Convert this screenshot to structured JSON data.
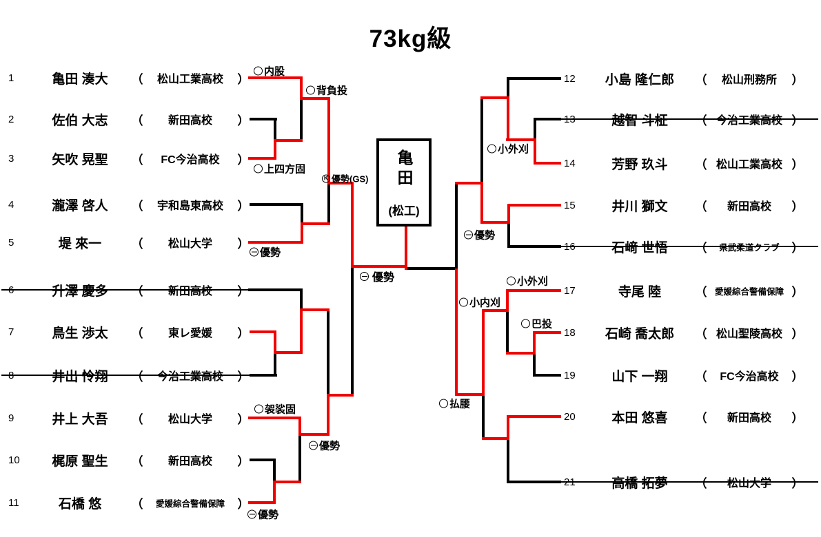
{
  "title": "73kg級",
  "champion": {
    "name": "亀田",
    "team": "(松工)"
  },
  "paren_open": "（",
  "paren_close": "）",
  "entries": [
    {
      "no": "1",
      "name": "亀田 湊大",
      "school": "松山工業高校",
      "struck": false
    },
    {
      "no": "2",
      "name": "佐伯 大志",
      "school": "新田高校",
      "struck": false
    },
    {
      "no": "3",
      "name": "矢吹 晃聖",
      "school": "FC今治高校",
      "struck": false
    },
    {
      "no": "4",
      "name": "瀧澤 啓人",
      "school": "宇和島東高校",
      "struck": false
    },
    {
      "no": "5",
      "name": "堤 來一",
      "school": "松山大学",
      "struck": false
    },
    {
      "no": "6",
      "name": "升澤 慶多",
      "school": "新田高校",
      "struck": true
    },
    {
      "no": "7",
      "name": "鳥生 渉太",
      "school": "東レ愛媛",
      "struck": false
    },
    {
      "no": "8",
      "name": "井出 怜翔",
      "school": "今治工業高校",
      "struck": true
    },
    {
      "no": "9",
      "name": "井上 大吾",
      "school": "松山大学",
      "struck": false
    },
    {
      "no": "10",
      "name": "梶原 聖生",
      "school": "新田高校",
      "struck": false
    },
    {
      "no": "11",
      "name": "石橋 悠",
      "school": "愛媛綜合警備保障",
      "struck": false
    },
    {
      "no": "12",
      "name": "小島 隆仁郎",
      "school": "松山刑務所",
      "struck": false
    },
    {
      "no": "13",
      "name": "越智 斗柾",
      "school": "今治工業高校",
      "struck": true
    },
    {
      "no": "14",
      "name": "芳野 玖斗",
      "school": "松山工業高校",
      "struck": false
    },
    {
      "no": "15",
      "name": "井川 獅文",
      "school": "新田高校",
      "struck": false
    },
    {
      "no": "16",
      "name": "石﨑 世悟",
      "school": "県武柔道クラブ",
      "struck": true
    },
    {
      "no": "17",
      "name": "寺尾 陸",
      "school": "愛媛綜合警備保障",
      "struck": false
    },
    {
      "no": "18",
      "name": "石崎 喬太郎",
      "school": "松山聖陵高校",
      "struck": false
    },
    {
      "no": "19",
      "name": "山下 一翔",
      "school": "FC今治高校",
      "struck": false
    },
    {
      "no": "20",
      "name": "本田 悠喜",
      "school": "新田高校",
      "struck": false
    },
    {
      "no": "21",
      "name": "高橋 拓夢",
      "school": "松山大学",
      "struck": true
    }
  ],
  "annotations": [
    {
      "id": "a1",
      "symbol": "maru",
      "label": "内股"
    },
    {
      "id": "a2",
      "symbol": "maru",
      "label": "背負投"
    },
    {
      "id": "a3",
      "symbol": "maru",
      "label": "上四方固"
    },
    {
      "id": "a4",
      "symbol": "minus",
      "label": "優勢"
    },
    {
      "id": "a5",
      "symbol": "k",
      "label": "優勢(GS)"
    },
    {
      "id": "a6",
      "symbol": "minus",
      "label": "優勢"
    },
    {
      "id": "a7",
      "symbol": "maru",
      "label": "袈裟固"
    },
    {
      "id": "a8",
      "symbol": "minus",
      "label": "優勢"
    },
    {
      "id": "a9",
      "symbol": "minus",
      "label": "優勢"
    },
    {
      "id": "a10",
      "symbol": "maru",
      "label": "小外刈"
    },
    {
      "id": "a11",
      "symbol": "minus",
      "label": "優勢"
    },
    {
      "id": "a12",
      "symbol": "maru",
      "label": "小外刈"
    },
    {
      "id": "a13",
      "symbol": "maru",
      "label": "巴投"
    },
    {
      "id": "a14",
      "symbol": "maru",
      "label": "小内刈"
    },
    {
      "id": "a15",
      "symbol": "maru",
      "label": "払腰"
    }
  ],
  "colors": {
    "line": "#000000",
    "winner_path": "#f10000"
  }
}
